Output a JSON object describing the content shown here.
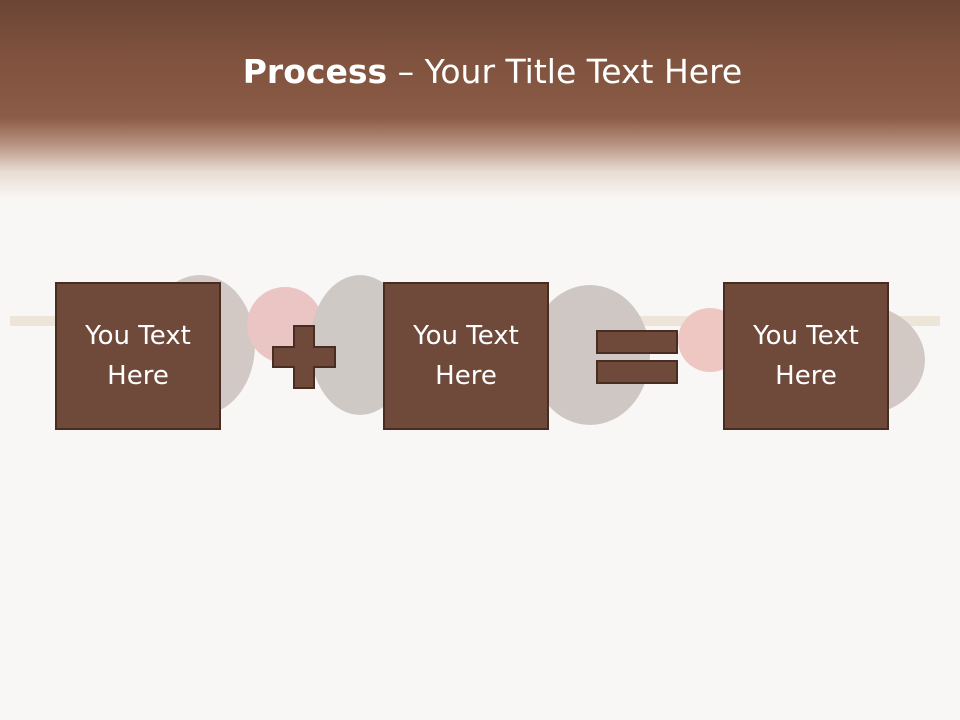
{
  "title": {
    "bold": "Process",
    "rest": " – Your Title Text Here"
  },
  "boxes": [
    {
      "text": "You Text Here"
    },
    {
      "text": "You Text Here"
    },
    {
      "text": "You Text Here"
    }
  ],
  "operators": [
    "plus",
    "equals"
  ],
  "colors": {
    "header": "#80533f",
    "box": "#6f4a3a",
    "box_border": "#4a2d22",
    "background": "#f9f7f5"
  }
}
